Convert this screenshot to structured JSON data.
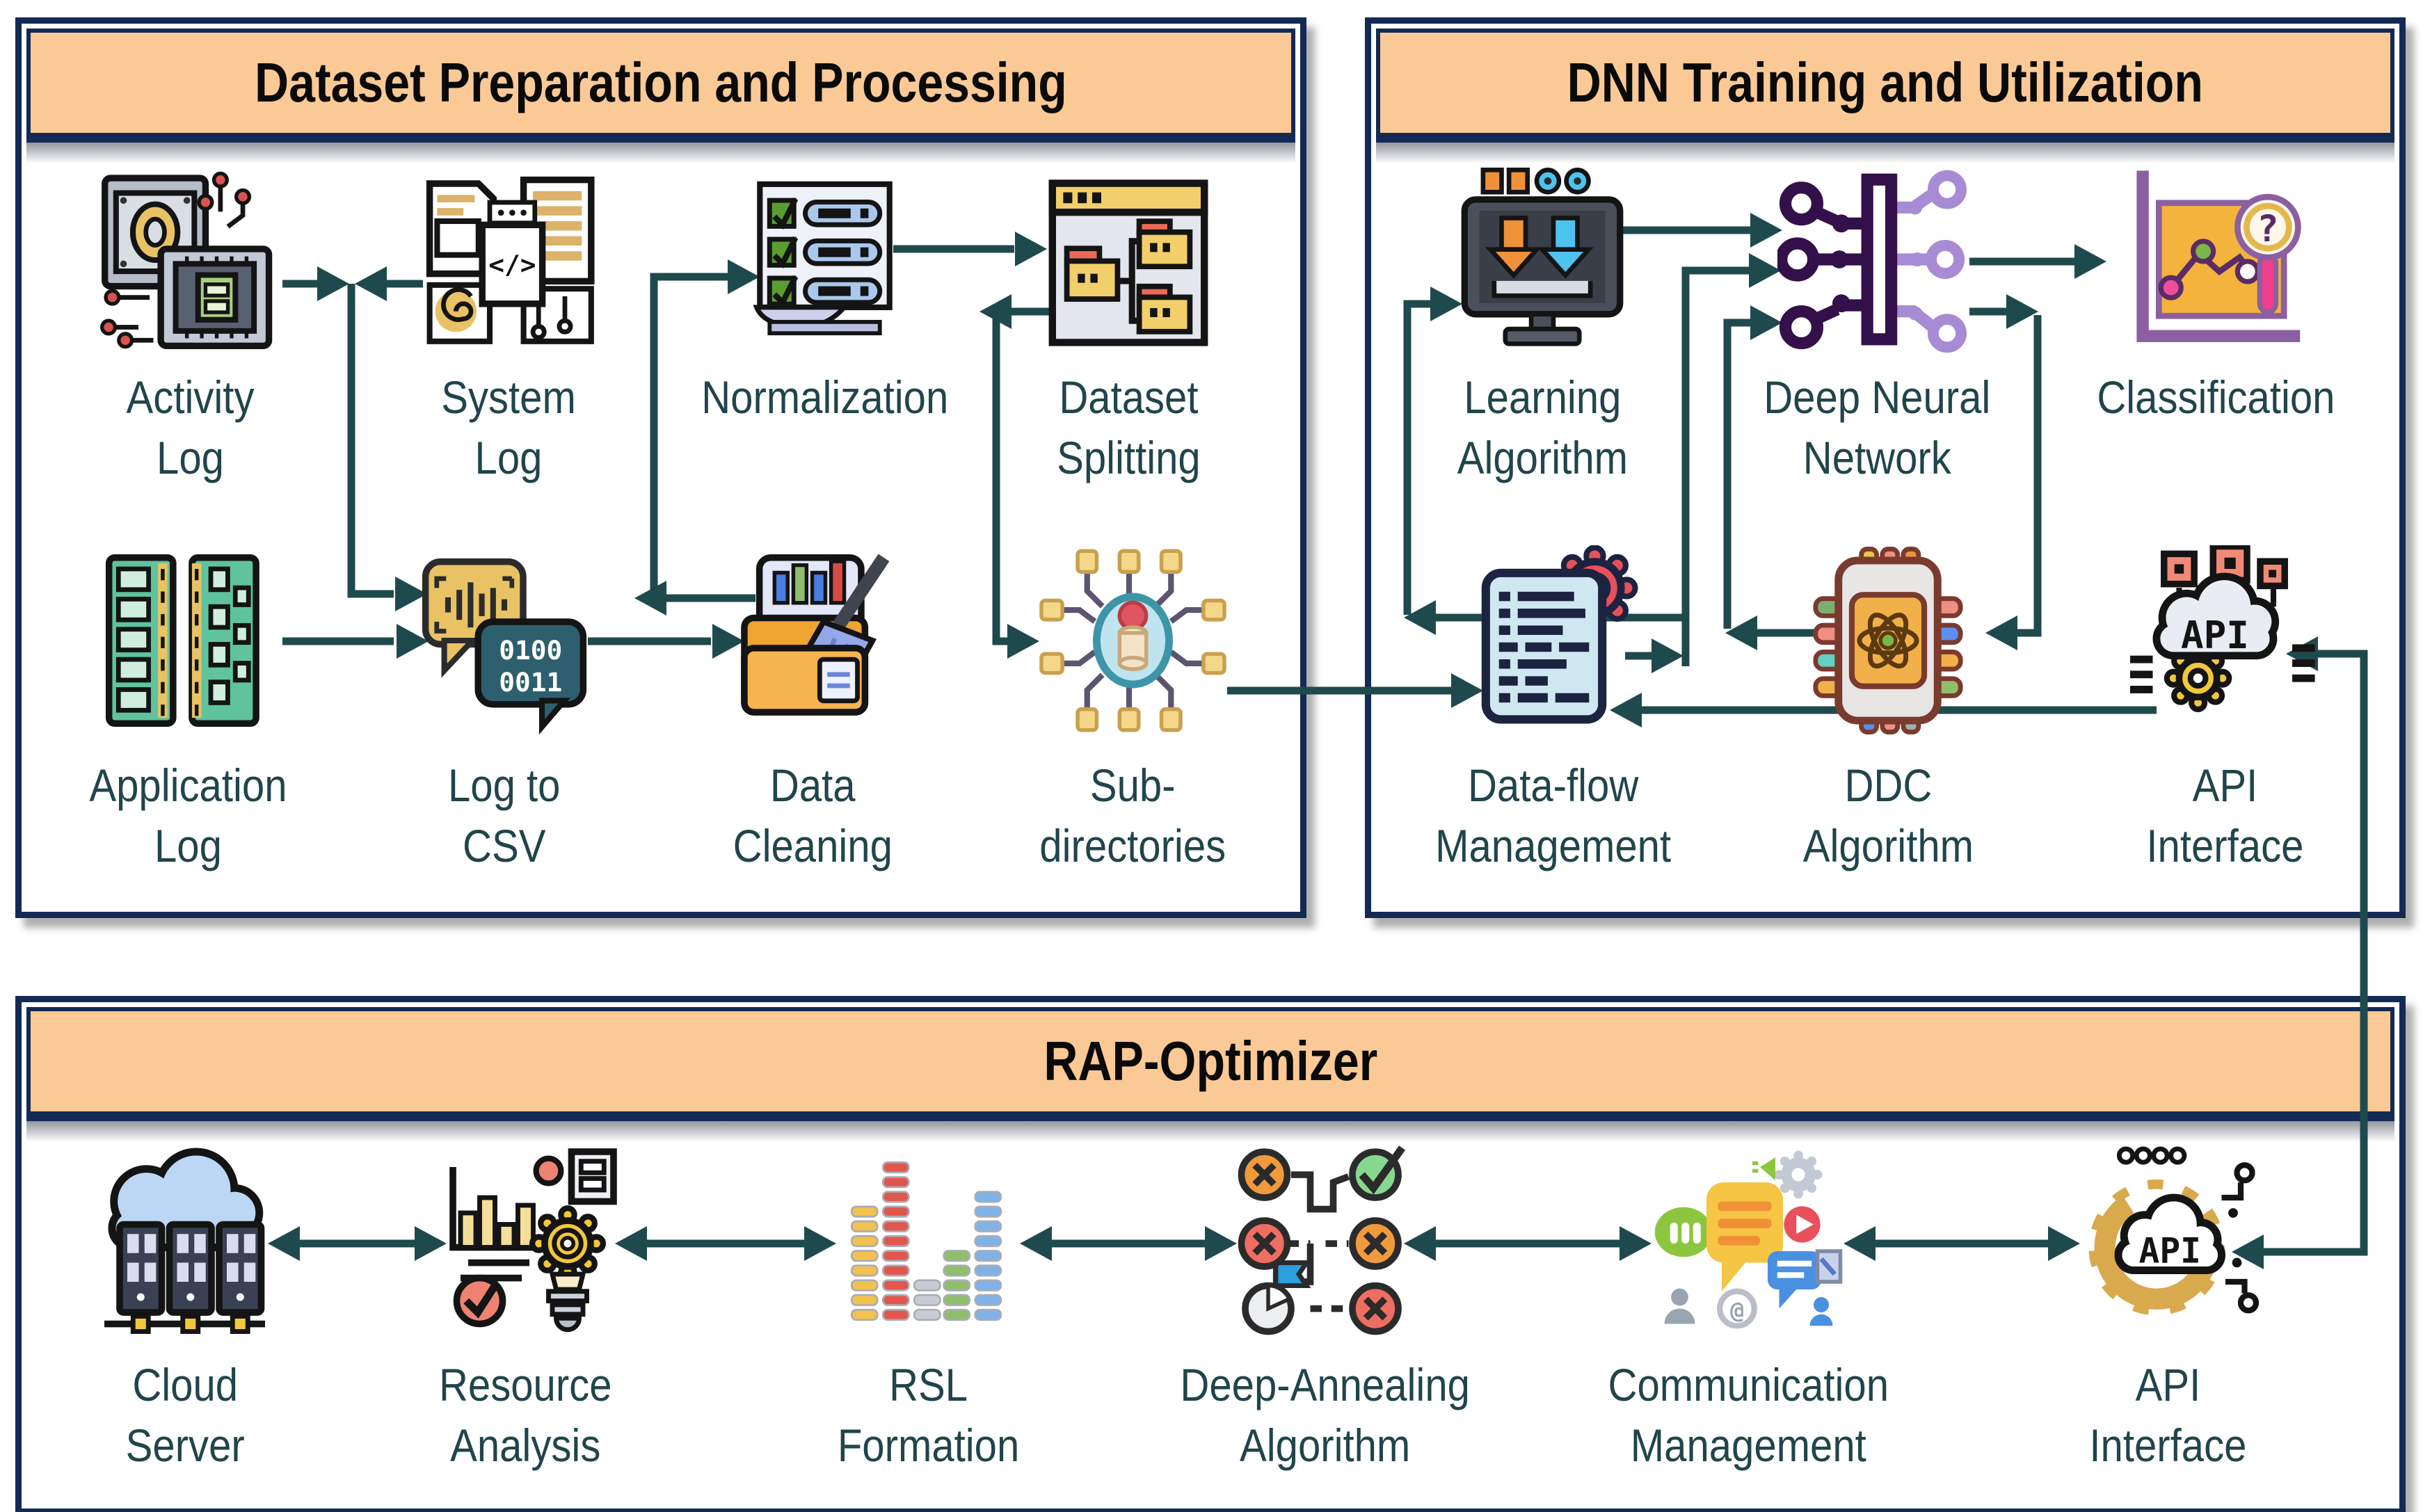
{
  "colors": {
    "header_fill": "#FAC996",
    "panel_border": "#132A54",
    "arrow": "#1F4A4D",
    "label_text": "#20454A",
    "title_text": "#0A0A0A"
  },
  "panels": [
    {
      "id": "dataset-preparation",
      "title": "Dataset Preparation and Processing",
      "nodes": [
        {
          "id": "activity-log",
          "label": "Activity\nLog"
        },
        {
          "id": "system-log",
          "label": "System\nLog"
        },
        {
          "id": "normalization",
          "label": "Normalization"
        },
        {
          "id": "dataset-splitting",
          "label": "Dataset\nSplitting"
        },
        {
          "id": "application-log",
          "label": "Application\nLog"
        },
        {
          "id": "log-to-csv",
          "label": "Log to\nCSV"
        },
        {
          "id": "data-cleaning",
          "label": "Data\nCleaning"
        },
        {
          "id": "sub-directories",
          "label": "Sub-\ndirectories"
        }
      ]
    },
    {
      "id": "dnn-training",
      "title": "DNN Training and Utilization",
      "nodes": [
        {
          "id": "learning-algorithm",
          "label": "Learning\nAlgorithm"
        },
        {
          "id": "deep-neural-network",
          "label": "Deep Neural\nNetwork"
        },
        {
          "id": "classification",
          "label": "Classification"
        },
        {
          "id": "data-flow-management",
          "label": "Data-flow\nManagement"
        },
        {
          "id": "ddc-algorithm",
          "label": "DDC\nAlgorithm"
        },
        {
          "id": "api-interface",
          "label": "API\nInterface"
        }
      ]
    },
    {
      "id": "rap-optimizer",
      "title": "RAP-Optimizer",
      "nodes": [
        {
          "id": "cloud-server",
          "label": "Cloud\nServer"
        },
        {
          "id": "resource-analysis",
          "label": "Resource\nAnalysis"
        },
        {
          "id": "rsl-formation",
          "label": "RSL\nFormation"
        },
        {
          "id": "deep-annealing-algorithm",
          "label": "Deep-Annealing\nAlgorithm"
        },
        {
          "id": "communication-management",
          "label": "Communication\nManagement"
        },
        {
          "id": "api-interface",
          "label": "API\nInterface"
        }
      ]
    }
  ],
  "icon_texts": {
    "api": "API",
    "code": "</>",
    "binary_top": "0100",
    "binary_bottom": "0011",
    "question": "?",
    "at": "@"
  },
  "connections": [
    {
      "from": "activity-log",
      "to": "junction",
      "dir": "right"
    },
    {
      "from": "system-log",
      "to": "junction",
      "dir": "left"
    },
    {
      "from": "junction",
      "to": "log-to-csv",
      "dir": "down-right"
    },
    {
      "from": "application-log",
      "to": "log-to-csv",
      "dir": "right"
    },
    {
      "from": "log-to-csv",
      "to": "data-cleaning",
      "dir": "right"
    },
    {
      "from": "data-cleaning",
      "to": "normalization",
      "dir": "left-up-right"
    },
    {
      "from": "normalization",
      "to": "dataset-splitting",
      "dir": "right"
    },
    {
      "from": "dataset-splitting",
      "to": "sub-directories",
      "dir": "left-down-right"
    },
    {
      "from": "sub-directories",
      "to": "data-flow-management",
      "dir": "right"
    },
    {
      "from": "learning-algorithm",
      "to": "deep-neural-network",
      "dir": "right"
    },
    {
      "from": "data-flow-management",
      "to": "deep-neural-network",
      "dir": "up-right"
    },
    {
      "from": "data-flow-management",
      "to": "learning-algorithm",
      "dir": "left-up-right"
    },
    {
      "from": "ddc-algorithm",
      "to": "deep-neural-network",
      "dir": "left-up-right"
    },
    {
      "from": "deep-neural-network",
      "to": "ddc-algorithm",
      "dir": "right-down-left"
    },
    {
      "from": "deep-neural-network",
      "to": "classification",
      "dir": "right"
    },
    {
      "from": "api-interface",
      "to": "data-flow-management",
      "dir": "left"
    },
    {
      "from": "api-interface-dnn",
      "to": "api-interface-rap",
      "dir": "bidirectional"
    },
    {
      "from": "cloud-server",
      "to": "resource-analysis",
      "dir": "bidirectional"
    },
    {
      "from": "resource-analysis",
      "to": "rsl-formation",
      "dir": "bidirectional"
    },
    {
      "from": "rsl-formation",
      "to": "deep-annealing-algorithm",
      "dir": "bidirectional"
    },
    {
      "from": "deep-annealing-algorithm",
      "to": "communication-management",
      "dir": "bidirectional"
    },
    {
      "from": "communication-management",
      "to": "api-interface",
      "dir": "bidirectional"
    }
  ]
}
